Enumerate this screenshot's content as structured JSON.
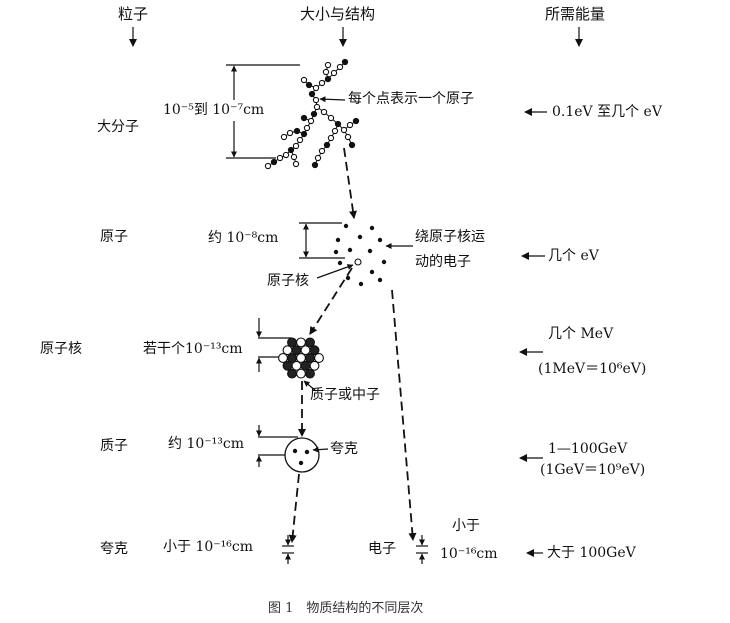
{
  "headers": {
    "particle": "粒子",
    "size": "大小与结构",
    "energy": "所需能量"
  },
  "rows": [
    {
      "particle": "大分子",
      "size": "10⁻⁵到 10⁻⁷cm",
      "energy": "0.1eV 至几个 eV"
    },
    {
      "particle": "原子",
      "size": "约 10⁻⁸cm",
      "energy": "几个 eV"
    },
    {
      "particle": "原子核",
      "size": "若干个10⁻¹³cm",
      "energy": "几个 MeV",
      "energy_note": "(1MeV＝10⁶eV)"
    },
    {
      "particle": "质子",
      "size": "约 10⁻¹³cm",
      "energy": "1—100GeV",
      "energy_note": "(1GeV＝10⁹eV)"
    },
    {
      "particle": "夸克",
      "size": "小于 10⁻¹⁶cm",
      "energy": "大于 100GeV"
    }
  ],
  "annotations": {
    "molecule_dots": "每个点表示一个原子",
    "orbiting_electrons_line1": "绕原子核运",
    "orbiting_electrons_line2": "动的电子",
    "atomic_nucleus": "原子核",
    "protons_or_neutrons": "质子或中子",
    "quarks": "夸克",
    "electron": "电子",
    "electron_size_line1": "小于",
    "electron_size_line2": "10⁻¹⁶cm"
  },
  "caption": "图 1　物质结构的不同层次"
}
